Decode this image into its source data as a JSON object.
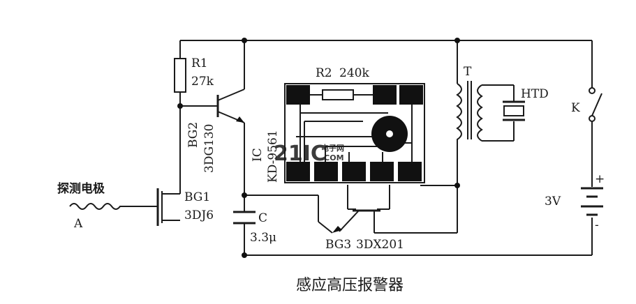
{
  "caption": "感应高压报警器",
  "components": {
    "r1": {
      "name": "R1",
      "value": "27k"
    },
    "r2": {
      "name": "R2",
      "value": "240k"
    },
    "bg1": {
      "name": "BG1",
      "model": "3DJ6"
    },
    "bg2": {
      "name": "BG2",
      "model": "3DG130"
    },
    "bg3": {
      "name": "BG3",
      "model": "3DX201"
    },
    "ic": {
      "name": "IC",
      "model": "KD-9561"
    },
    "c": {
      "name": "C",
      "value": "3.3μ"
    },
    "t": {
      "name": "T"
    },
    "htd": {
      "name": "HTD"
    },
    "k": {
      "name": "K"
    },
    "battery": {
      "value": "3V",
      "plus": "+",
      "minus": "-"
    }
  },
  "probe": {
    "label": "探测电极",
    "terminal": "A"
  },
  "watermark": {
    "text": "21IC",
    "sub": "电子网",
    "domain": ".COM"
  },
  "colors": {
    "ink": "#1a1a1a",
    "watermark": "#6a6aa8"
  }
}
